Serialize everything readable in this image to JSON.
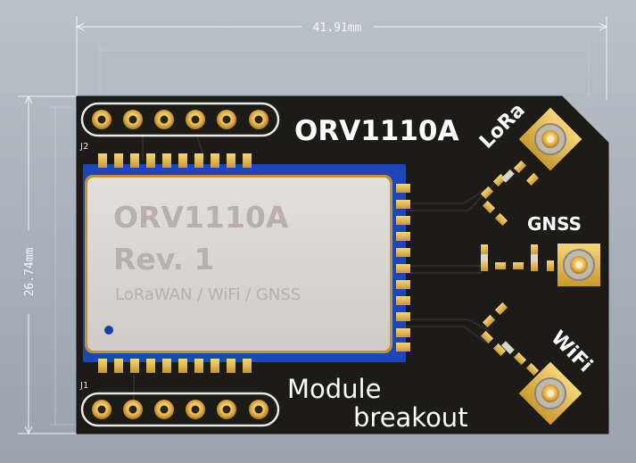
{
  "dimensions": {
    "width": "41.91mm",
    "height": "26.74mm"
  },
  "board": {
    "title": "ORV1110A",
    "label_line1": "Module",
    "label_line2": "breakout",
    "headers": [
      "J2",
      "J1"
    ],
    "antennas": [
      "LoRa",
      "GNSS",
      "WiFi"
    ]
  },
  "module": {
    "name": "ORV1110A",
    "revision": "Rev. 1",
    "features": "LoRaWAN / WiFi / GNSS"
  },
  "colors": {
    "board": "#1c1b18",
    "module_substrate": "#1b47b8",
    "module_shield": "#d9d6d1",
    "gold": "#e8b848",
    "background": "#aab3bc"
  }
}
